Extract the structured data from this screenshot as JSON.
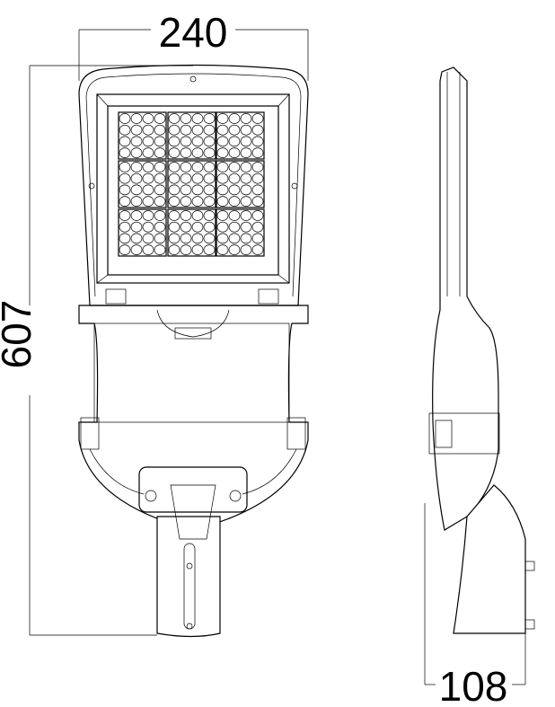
{
  "dimensions": {
    "width": "240",
    "height": "607",
    "depth": "108"
  }
}
